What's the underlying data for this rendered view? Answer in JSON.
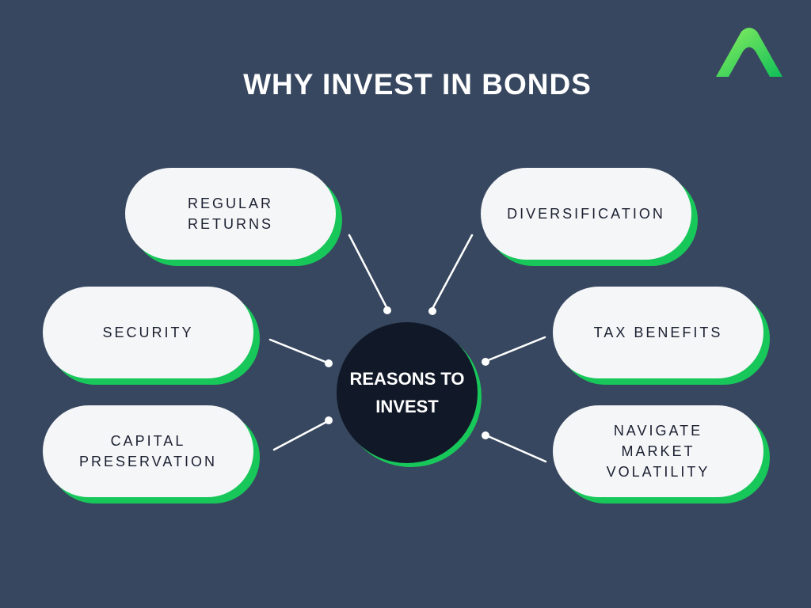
{
  "title": "WHY INVEST IN BONDS",
  "center": {
    "label": "REASONS TO\nINVEST"
  },
  "reasons": {
    "regular_returns": "REGULAR\nRETURNS",
    "diversification": "DIVERSIFICATION",
    "security": "SECURITY",
    "tax_benefits": "TAX BENEFITS",
    "capital_preservation": "CAPITAL\nPRESERVATION",
    "navigate_market_volatility": "NAVIGATE\nMARKET\nVOLATILITY"
  },
  "logo": {
    "icon": "green-a-logo-icon",
    "color_light": "#7ee85d",
    "color_dark": "#0fbf58"
  },
  "colors": {
    "background": "#37475f",
    "accent": "#18c75a",
    "pill": "#f5f6f8",
    "center": "#111827"
  }
}
